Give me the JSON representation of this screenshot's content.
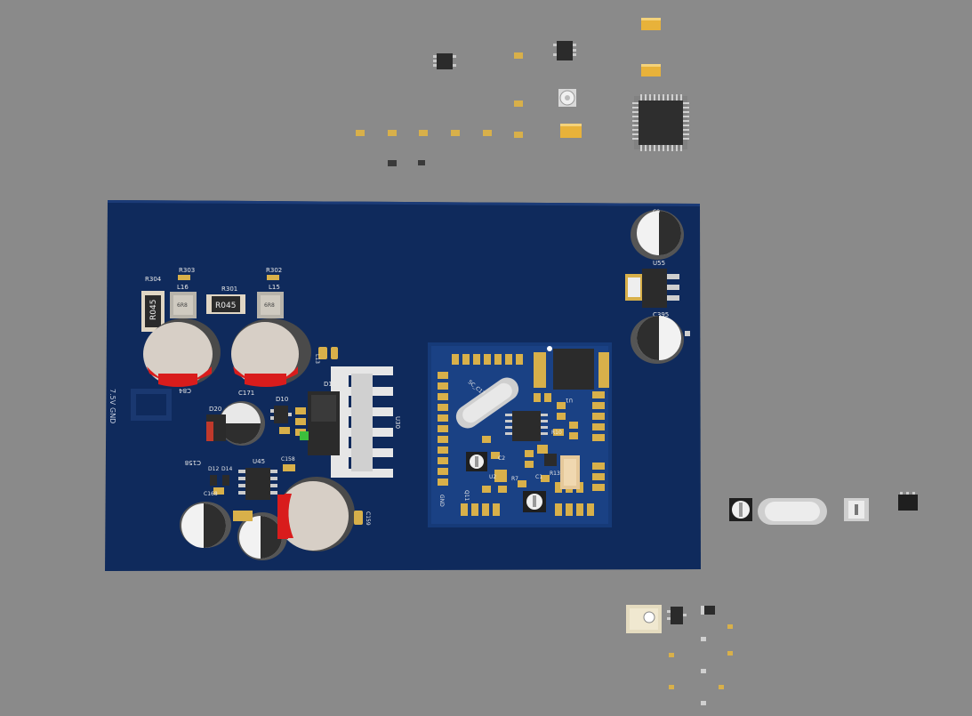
{
  "viewport": {
    "background": "#8a8a8a"
  },
  "colors": {
    "board": "#0f2a5c",
    "board_edge": "#0a1f47",
    "module": "#123a78",
    "pad_gold": "#d8b04a",
    "component_dark": "#2b2b2b",
    "cap_body": "#d7cfc6",
    "cap_red": "#d91c1c",
    "silk": "#e8e8e8"
  },
  "board_labels": {
    "r304": "R304",
    "r303": "R303",
    "r302": "R302",
    "r301": "R301",
    "l16": "L16",
    "l15": "L15",
    "r045_a": "R045",
    "r045_b": "R045",
    "c171": "C171",
    "d20": "D20",
    "d10": "D10",
    "d13": "D13",
    "u45": "U45",
    "c158": "C158",
    "c159": "C159",
    "c168": "C168",
    "d12": "D12",
    "d14": "D14",
    "u55": "U55",
    "c395": "C395",
    "q11": "Q11",
    "gnd_a": "GND",
    "gnd_b": "GND",
    "v75": "7.5V",
    "l_13": "L13",
    "u2": "U2",
    "c1": "C1",
    "c2": "C2",
    "r7": "R7",
    "r10": "R10",
    "r13": "R13"
  },
  "icons": {
    "crystal": "crystal-icon",
    "ic_qfp": "qfp-chip-icon",
    "trimmer": "trimmer-pot-icon",
    "sot": "sot-package-icon",
    "smd_pad": "smd-pad-icon"
  }
}
